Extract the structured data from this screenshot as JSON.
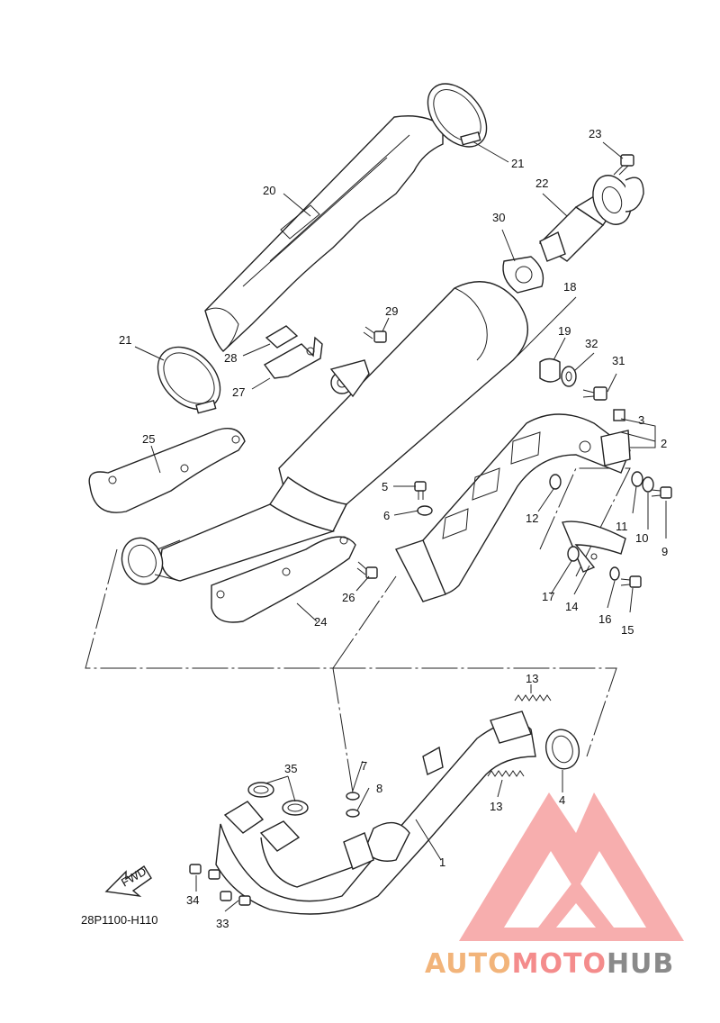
{
  "diagram": {
    "part_code": "28P1100-H110",
    "fwd_label": "FWD",
    "callouts": [
      {
        "id": "c1",
        "text": "1"
      },
      {
        "id": "c2",
        "text": "2"
      },
      {
        "id": "c3",
        "text": "3"
      },
      {
        "id": "c4",
        "text": "4"
      },
      {
        "id": "c5",
        "text": "5"
      },
      {
        "id": "c6",
        "text": "6"
      },
      {
        "id": "c7",
        "text": "7"
      },
      {
        "id": "c8",
        "text": "8"
      },
      {
        "id": "c9",
        "text": "9"
      },
      {
        "id": "c10",
        "text": "10"
      },
      {
        "id": "c11",
        "text": "11"
      },
      {
        "id": "c12",
        "text": "12"
      },
      {
        "id": "c13a",
        "text": "13"
      },
      {
        "id": "c13b",
        "text": "13"
      },
      {
        "id": "c14",
        "text": "14"
      },
      {
        "id": "c15",
        "text": "15"
      },
      {
        "id": "c16",
        "text": "16"
      },
      {
        "id": "c17",
        "text": "17"
      },
      {
        "id": "c18",
        "text": "18"
      },
      {
        "id": "c19",
        "text": "19"
      },
      {
        "id": "c20",
        "text": "20"
      },
      {
        "id": "c21a",
        "text": "21"
      },
      {
        "id": "c21b",
        "text": "21"
      },
      {
        "id": "c22",
        "text": "22"
      },
      {
        "id": "c23",
        "text": "23"
      },
      {
        "id": "c24",
        "text": "24"
      },
      {
        "id": "c25",
        "text": "25"
      },
      {
        "id": "c26",
        "text": "26"
      },
      {
        "id": "c27",
        "text": "27"
      },
      {
        "id": "c28",
        "text": "28"
      },
      {
        "id": "c29",
        "text": "29"
      },
      {
        "id": "c30",
        "text": "30"
      },
      {
        "id": "c31",
        "text": "31"
      },
      {
        "id": "c32",
        "text": "32"
      },
      {
        "id": "c33",
        "text": "33"
      },
      {
        "id": "c34",
        "text": "34"
      },
      {
        "id": "c35",
        "text": "35"
      }
    ]
  },
  "watermark": {
    "part1": "AUTO",
    "part2": "MOTO",
    "part3": "HUB",
    "color_auto": "#f2b47a",
    "color_moto": "#f48c8c",
    "color_hub": "#8a8a8a",
    "logo_color": "#f48c8c"
  }
}
